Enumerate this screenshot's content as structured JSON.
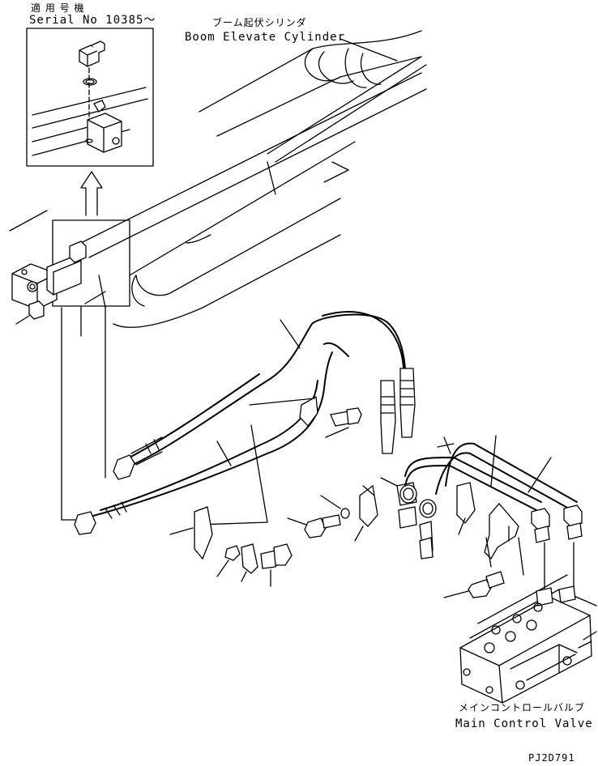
{
  "inset": {
    "applicable_jp": "適 用 号 機",
    "serial": "Serial No 10385～"
  },
  "boom_cylinder": {
    "label_jp": "ブーム起伏シリンダ",
    "label_en": "Boom Elevate Cylinder"
  },
  "control_valve": {
    "label_jp": "メインコントロールバルブ",
    "label_en": "Main Control Valve"
  },
  "drawing_code": "PJ2D791"
}
